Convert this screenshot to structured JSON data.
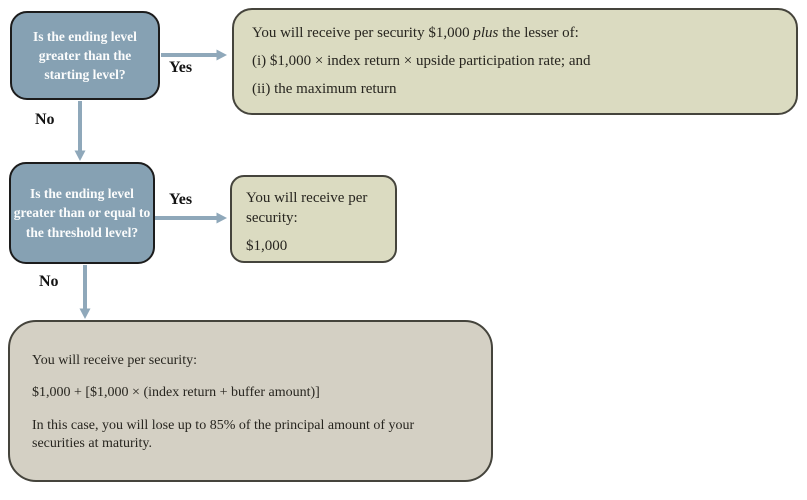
{
  "colors": {
    "background": "#ffffff",
    "decision_fill": "#86a1b3",
    "decision_border": "#1c1c1c",
    "decision_text": "#fbfcfc",
    "outcome_fill": "#dbdbc1",
    "outcome_bottom_fill": "#d4d0c4",
    "outcome_border": "#45443c",
    "text": "#27251f",
    "arrow": "#8fa8ba",
    "label_text": "#131313"
  },
  "flowchart": {
    "decision1": {
      "lines": [
        "Is the ending level",
        "greater than the",
        "starting level?"
      ]
    },
    "yes1": "Yes",
    "no1": "No",
    "outcome1": {
      "line1_before": "You will receive per security $1,000 ",
      "line1_italic": "plus",
      "line1_after": " the lesser of:",
      "line2": "(i) $1,000 × index return × upside participation rate; and",
      "line3": "(ii) the maximum return"
    },
    "decision2": {
      "lines": [
        "Is the ending level",
        "greater than or equal to",
        "the threshold level?"
      ]
    },
    "yes2": "Yes",
    "no2": "No",
    "outcome2": {
      "line1": "You will receive per",
      "line2": "security:",
      "line3": "$1,000"
    },
    "outcome3": {
      "line1": "You will receive per security:",
      "line2": "$1,000 + [$1,000 × (index return + buffer amount)]",
      "line3a": "In this case, you will lose up to 85% of the principal amount of your",
      "line3b": "securities at maturity."
    }
  }
}
